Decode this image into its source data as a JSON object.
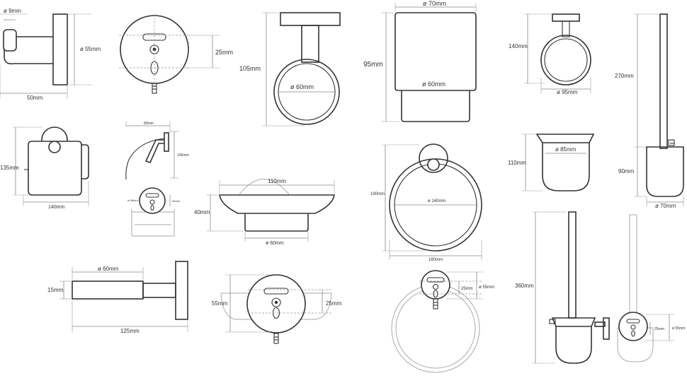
{
  "robe_hook": {
    "pin_diameter": "ø 9mm",
    "rosette_diameter": "ø 55mm",
    "width": "50mm"
  },
  "wall_fixing": {
    "fixing_height": "25mm"
  },
  "tumbler_holder_side": {
    "height": "105mm",
    "inner_diameter": "ø 60mm"
  },
  "tumbler": {
    "top_diameter": "ø 70mm",
    "height": "95mm",
    "bottom_diameter": "ø 60mm"
  },
  "glass_holder": {
    "height": "140mm",
    "ring_diameter": "ø 95mm"
  },
  "toilet_brush_small": {
    "total_height": "270mm",
    "cup_height": "90mm",
    "cup_diameter": "ø 70mm"
  },
  "paper_holder_front": {
    "height": "135mm",
    "width": "140mm"
  },
  "paper_holder_side": {
    "depth": "80mm",
    "height": "105mm"
  },
  "paper_holder_rosette": {
    "diameter": "ø 55mm",
    "fixing": "25mm"
  },
  "soap_dish": {
    "top_width": "110mm",
    "height": "40mm",
    "bottom_diameter": "ø 60mm"
  },
  "towel_ring": {
    "height": "190mm",
    "inner_diameter": "ø 140mm",
    "width": "160mm"
  },
  "ring_rosette": {
    "fixing": "25mm",
    "diameter": "ø 55mm"
  },
  "brush_cup": {
    "height": "110mm",
    "diameter": "ø 85mm"
  },
  "tumbler_bar": {
    "diameter": "ø 60mm",
    "bar_diameter": "15mm",
    "length": "125mm"
  },
  "soap_dish_top": {
    "height": "55mm",
    "fixing": "25mm"
  },
  "toilet_brush_large": {
    "height": "360mm",
    "fixing": "25mm",
    "rosette_diameter": "ø 55mm"
  }
}
